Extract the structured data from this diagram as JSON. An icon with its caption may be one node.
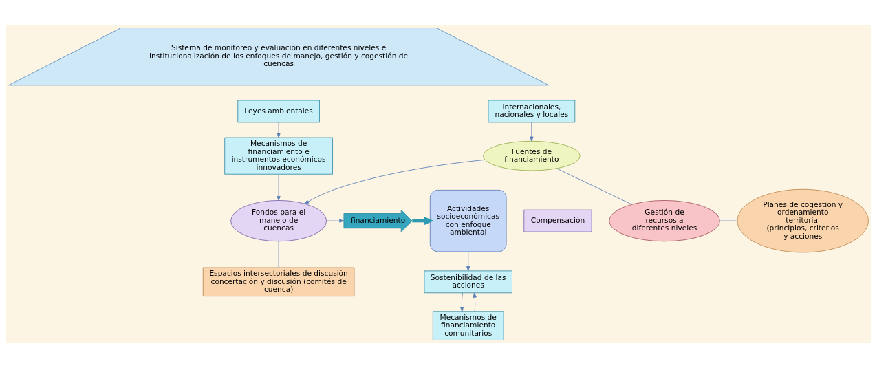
{
  "diagram": {
    "nodes": [
      {
        "text": [
          "Sistema de monitoreo y evaluación en diferentes niveles e institucionalización de los enfoques de manejo, gestión y cogestión de cuencas"
        ]
      },
      {
        "text": [
          "Leyes ambientales"
        ]
      },
      {
        "text": [
          "Mecanismos de financiamiento e instrumentos económicos innovadores"
        ]
      },
      {
        "text": [
          "Fuentes de financiamiento"
        ]
      },
      {
        "text": [
          "Fondos para el manejo de cuencas"
        ]
      },
      {
        "text": [
          "Internacionales, nacionales y locales"
        ]
      },
      {
        "text": [
          "financiamiento"
        ]
      },
      {
        "text": [
          "Compensación"
        ]
      },
      {
        "text": [
          "Actividades socioeconómicas con enfoque ambiental"
        ]
      },
      {
        "text": [
          "Gestión de recursos a diferentes niveles"
        ]
      },
      {
        "text": [
          "Planes de cogestión y ordenamiento territorial (principios, criterios y acciones"
        ]
      },
      {
        "text": [
          "Espacios intersectoriales de discusión concertación y discusión (comités de cuenca)"
        ]
      },
      {
        "text": [
          "Sostenibilidad de las acciones"
        ]
      },
      {
        "text": [
          "Mecanismos de financiamiento comunitarios"
        ]
      }
    ],
    "edges": [
      {
        "from": 1,
        "to": 2,
        "arrow": "to"
      },
      {
        "from": 2,
        "to": 4,
        "arrow": "to"
      },
      {
        "from": 3,
        "to": 4,
        "arrow": "to"
      },
      {
        "from": 5,
        "to": 3,
        "arrow": "to"
      },
      {
        "from": 4,
        "to": 6,
        "arrow": "to"
      },
      {
        "from": 6,
        "to": 8,
        "arrow": "to",
        "style": "thick",
        "color": "#2e9bb0"
      },
      {
        "from": 3,
        "to": 9,
        "arrow": "none"
      },
      {
        "from": 4,
        "to": 11,
        "arrow": "none"
      },
      {
        "from": 9,
        "to": 10,
        "arrow": "none"
      },
      {
        "from": 8,
        "to": 12,
        "arrow": "to"
      },
      {
        "from": 13,
        "to": 12,
        "arrow": "to"
      },
      {
        "from": 12,
        "to": 13,
        "arrow": "to"
      }
    ]
  }
}
